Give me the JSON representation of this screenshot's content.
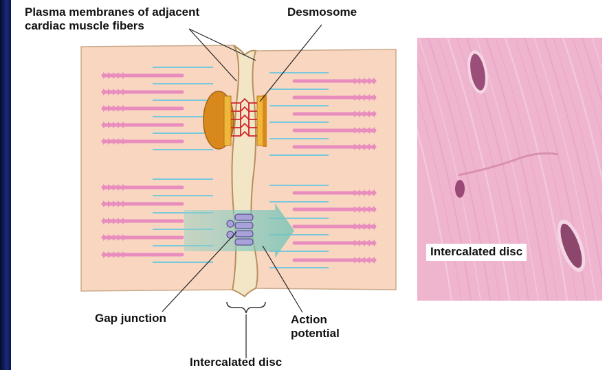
{
  "labels": {
    "plasma_membranes": {
      "line1": "Plasma membranes of adjacent",
      "line2": "cardiac muscle fibers"
    },
    "desmosome": "Desmosome",
    "gap_junction": "Gap junction",
    "action_potential": {
      "line1": "Action",
      "line2": "potential"
    },
    "intercalated_disc_bottom": "Intercalated disc",
    "intercalated_disc_micrograph": "Intercalated disc"
  },
  "colors": {
    "cytoplasm": "#f8d6c0",
    "membrane": "#f3e6c6",
    "myosin": "#e98cbe",
    "actin": "#4fc3e6",
    "desmosome_plaque": "#d9891c",
    "desmosome_inner": "#f0b73a",
    "desmosome_filaments": "#d0242a",
    "gap_junction": "#a9a2d8",
    "action_potential_arrow": "#8fd1c6",
    "tissue": "#efb5cf",
    "nucleus": "#7a2e58"
  }
}
